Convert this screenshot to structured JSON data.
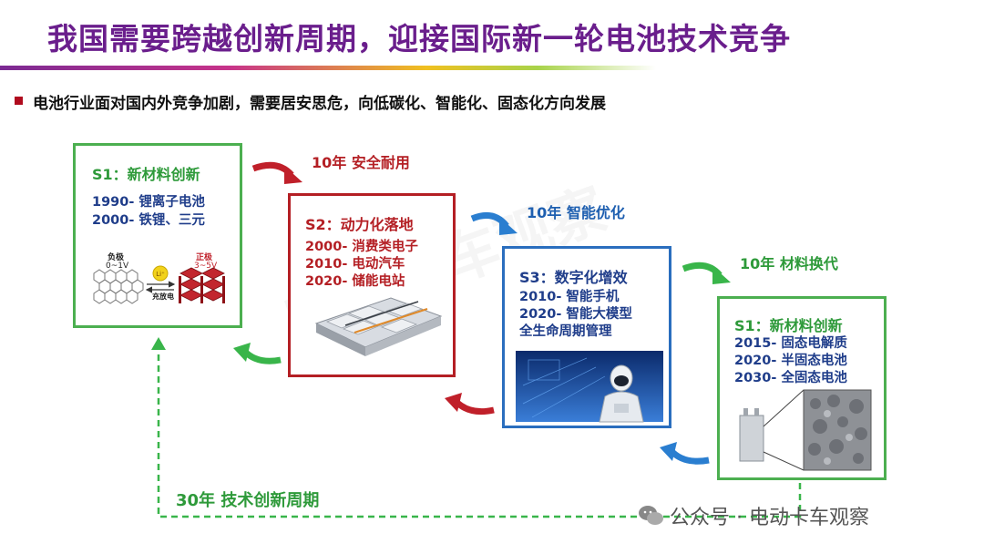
{
  "header": {
    "title": "我国需要跨越创新周期，迎接国际新一轮电池技术竞争",
    "subtitle": "电池行业面对国内外竞争加剧，需要居安思危，向低碳化、智能化、固态化方向发展"
  },
  "stages": {
    "s1": {
      "heading": "S1：新材料创新",
      "lines": [
        "1990- 锂离子电池",
        "2000- 铁锂、三元"
      ],
      "anode_label": "负极",
      "anode_voltage": "0~1V",
      "cathode_label": "正极",
      "cathode_voltage": "3~5V",
      "ion_label": "Li⁺",
      "charge_label": "充放电"
    },
    "s2": {
      "heading": "S2：动力化落地",
      "lines": [
        "2000- 消费类电子",
        "2010- 电动汽车",
        "2020- 储能电站"
      ]
    },
    "s3": {
      "heading": "S3：数字化增效",
      "lines": [
        "2010- 智能手机",
        "2020- 智能大模型",
        "全生命周期管理"
      ]
    },
    "s1b": {
      "heading": "S1：新材料创新",
      "lines": [
        "2015- 固态电解质",
        "2020- 半固态电池",
        "2030- 全固态电池"
      ]
    }
  },
  "transitions": {
    "t1": "10年  安全耐用",
    "t2": "10年  智能优化",
    "t3": "10年  材料换代",
    "cycle": "30年  技术创新周期"
  },
  "watermark": {
    "text": "公众号 · 电动卡车观察",
    "background": "电动卡车观察"
  },
  "colors": {
    "title": "#6a1e8c",
    "green": "#4caf50",
    "red": "#b41f24",
    "blue": "#2a6ebe"
  }
}
